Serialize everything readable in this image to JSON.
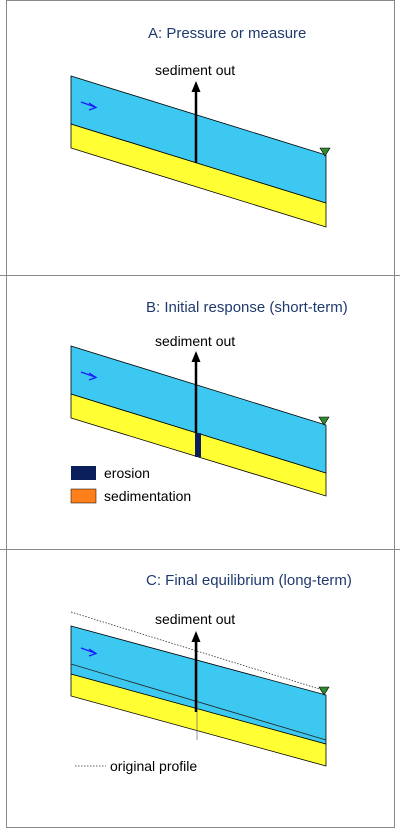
{
  "colors": {
    "water": "#3cc8f0",
    "bed": "#ffff33",
    "erosion": "#0a1f5c",
    "sedimentation": "#ff7f1a",
    "title": "#1f3a6e",
    "flow_arrow": "#1a1aff",
    "marker": "#2e8b2e",
    "frame": "#888888"
  },
  "panels": [
    {
      "title": "A: Pressure or measure",
      "arrow_label": "sediment out",
      "icons": [
        "flow-direction-icon",
        "water-level-marker-icon",
        "sediment-out-arrow-icon"
      ]
    },
    {
      "title": "B: Initial response (short-term)",
      "arrow_label": "sediment out",
      "legend": [
        {
          "label": "erosion",
          "color": "#0a1f5c"
        },
        {
          "label": "sedimentation",
          "color": "#ff7f1a"
        }
      ],
      "icons": [
        "flow-direction-icon",
        "water-level-marker-icon",
        "sediment-out-arrow-icon"
      ]
    },
    {
      "title": "C: Final equilibrium (long-term)",
      "arrow_label": "sediment out",
      "legend_line_label": "original profile",
      "icons": [
        "flow-direction-icon",
        "water-level-marker-icon",
        "sediment-out-arrow-icon"
      ]
    }
  ]
}
